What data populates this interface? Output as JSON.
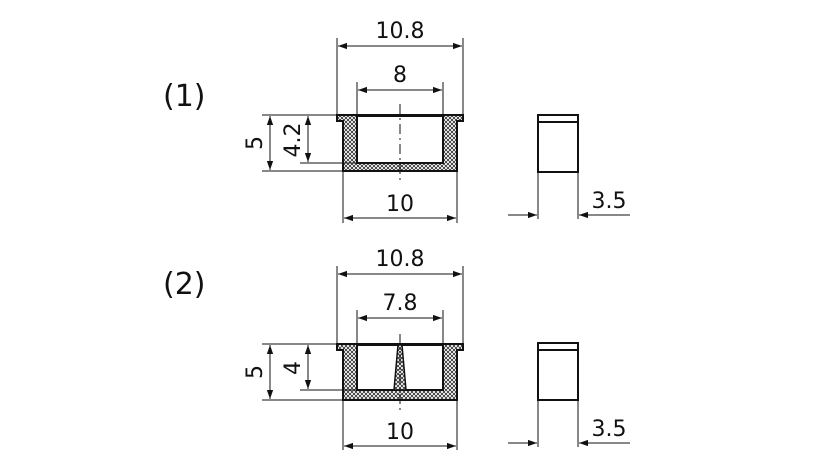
{
  "part1": {
    "label": "(1)",
    "outer_width": "10.8",
    "inner_width": "8",
    "height": "5",
    "inner_depth": "4.2",
    "base_width": "10",
    "side_thickness": "3.5"
  },
  "part2": {
    "label": "(2)",
    "outer_width": "10.8",
    "inner_width": "7.8",
    "height": "5",
    "inner_depth": "4",
    "base_width": "10",
    "side_thickness": "3.5"
  }
}
